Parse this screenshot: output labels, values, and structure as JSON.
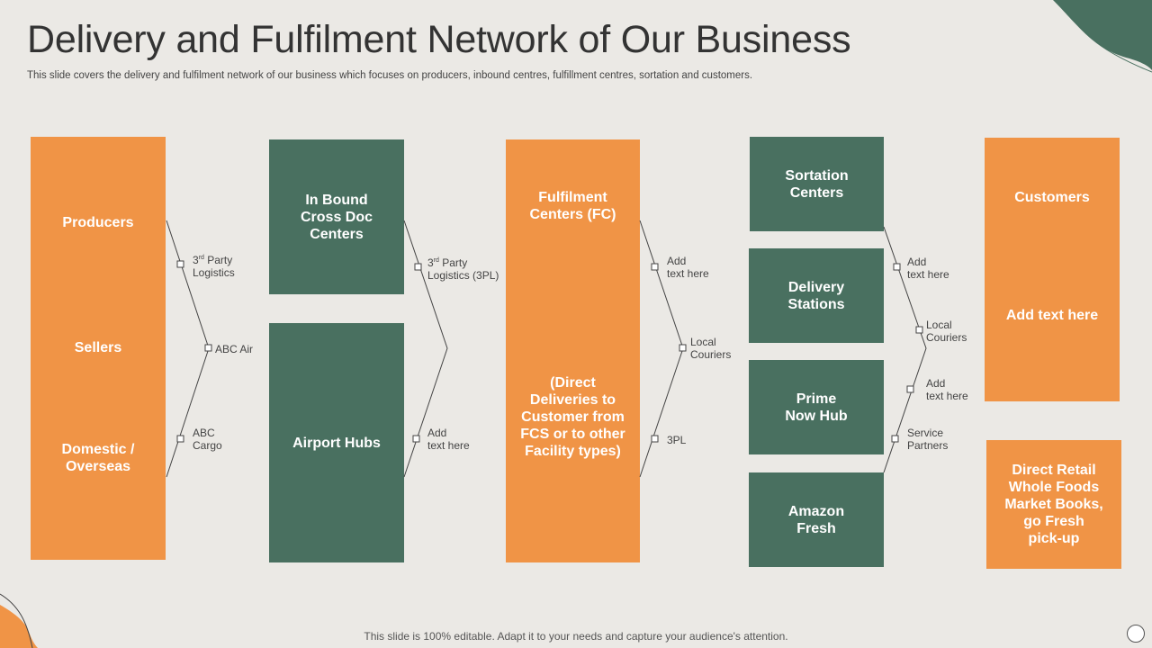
{
  "title": "Delivery and Fulfilment Network of Our Business",
  "subtitle": "This slide covers the delivery and fulfilment network of our business which focuses on producers, inbound centres, fulfillment centres, sortation and customers.",
  "footer": "This slide is 100% editable. Adapt it to your needs and capture your audience's attention.",
  "colors": {
    "orange": "#f09446",
    "green": "#497060",
    "background": "#ebe9e5"
  },
  "columns": {
    "producers": {
      "items": [
        "Producers",
        "Sellers",
        "Domestic /\nOverseas"
      ]
    },
    "inbound": {
      "cross_doc": "In Bound\nCross Doc\nCenters",
      "airport_hubs": "Airport Hubs"
    },
    "fulfilment": {
      "top": "Fulfilment\nCenters (FC)",
      "bottom": "(Direct\nDeliveries to\nCustomer from\nFCS or to other\nFacility types)"
    },
    "sortation": {
      "items": [
        "Sortation\nCenters",
        "Delivery\nStations",
        "Prime\nNow Hub",
        "Amazon\nFresh"
      ]
    },
    "customers": {
      "top": "Customers",
      "middle": "Add text here",
      "retail": "Direct Retail\nWhole Foods\nMarket Books,\ngo Fresh\npick-up"
    }
  },
  "connectors": {
    "c1": {
      "label1_pre": "3",
      "label1_sup": "rd",
      "label1_post": " Party\nLogistics",
      "label2": "ABC Air",
      "label3": "ABC\nCargo"
    },
    "c2": {
      "label1_pre": "3",
      "label1_sup": "rd",
      "label1_post": " Party\nLogistics (3PL)",
      "label2": "Add\ntext here"
    },
    "c3": {
      "label1": "Add\ntext here",
      "label2": "Local\nCouriers",
      "label3": "3PL"
    },
    "c4": {
      "label1": "Add\ntext here",
      "label2": "Local\nCouriers",
      "label3": "Add\ntext here",
      "label4": "Service\nPartners"
    }
  }
}
